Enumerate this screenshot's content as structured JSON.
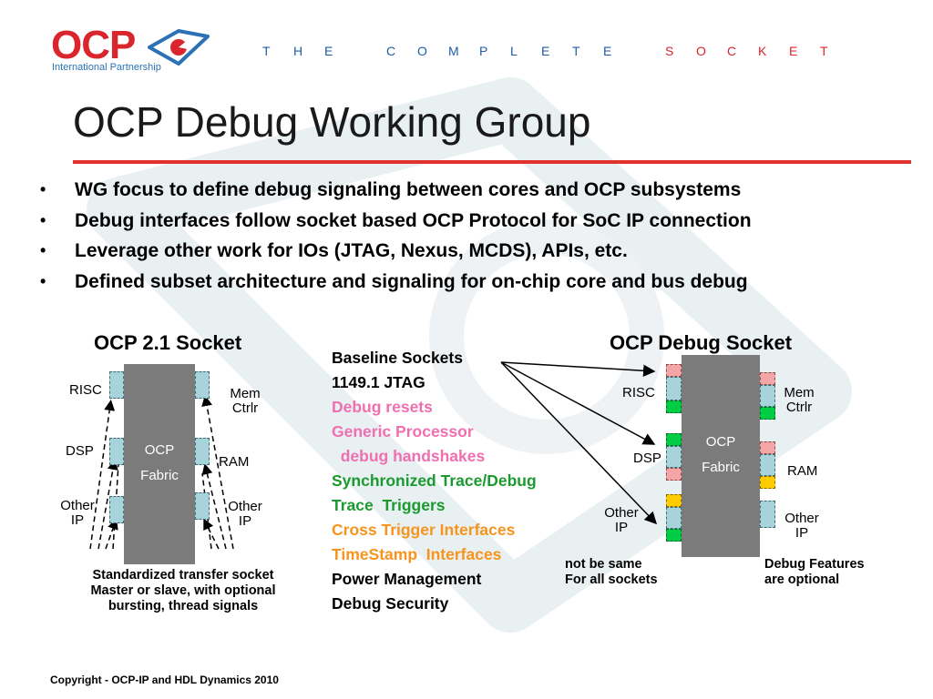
{
  "logo": {
    "brand": "OCP",
    "subtitle": "International Partnership"
  },
  "tagline": [
    "T",
    "H",
    "E",
    "C",
    "O",
    "M",
    "P",
    "L",
    "E",
    "T",
    "E",
    "S",
    "O",
    "C",
    "K",
    "E",
    "T"
  ],
  "title": "OCP Debug Working Group",
  "bullets": [
    "WG focus to define debug signaling between cores and OCP subsystems",
    "Debug interfaces follow socket based OCP Protocol for SoC IP connection",
    "Leverage other work for IOs (JTAG, Nexus, MCDS), APIs, etc.",
    "Defined subset architecture and signaling for on-chip core and bus debug"
  ],
  "left_diagram": {
    "heading": "OCP 2.1 Socket",
    "fabric_line1": "OCP",
    "fabric_line2": "Fabric",
    "risc": "RISC",
    "dsp": "DSP",
    "other_left": "Other IP",
    "mem_ctrlr": "Mem Ctrlr",
    "ram": "RAM",
    "other_right": "Other IP",
    "caption": [
      "Standardized transfer socket",
      "Master or slave, with optional",
      "bursting, thread signals"
    ]
  },
  "middle_list": [
    {
      "text": "Baseline Sockets",
      "color": "#000000"
    },
    {
      "text": "1149.1 JTAG",
      "color": "#000000"
    },
    {
      "text": "Debug resets",
      "color": "#f06fb0"
    },
    {
      "text": "Generic Processor",
      "color": "#f06fb0"
    },
    {
      "text": "  debug handshakes",
      "color": "#f06fb0"
    },
    {
      "text": "Synchronized Trace/Debug",
      "color": "#1a9a2f"
    },
    {
      "text": "Trace  Triggers",
      "color": "#1a9a2f"
    },
    {
      "text": "Cross Trigger Interfaces",
      "color": "#f7941d"
    },
    {
      "text": "TimeStamp  Interfaces",
      "color": "#f7941d"
    },
    {
      "text": "Power Management",
      "color": "#000000"
    },
    {
      "text": "Debug Security",
      "color": "#000000"
    }
  ],
  "right_diagram": {
    "heading": "OCP Debug Socket",
    "fabric_line1": "OCP",
    "fabric_line2": "Fabric",
    "risc": "RISC",
    "dsp": "DSP",
    "other_left": "Other IP",
    "mem_ctrlr": "Mem Ctrlr",
    "ram": "RAM",
    "other_right": "Other IP",
    "note_left": [
      "not be same",
      "For all sockets"
    ],
    "note_right": [
      "Debug Features",
      "are optional"
    ]
  },
  "colors": {
    "accent_red": "#d9252b",
    "brand_blue": "#1e5ea8",
    "fabric_gray": "#7b7b7b",
    "port_blue": "#a9d3da",
    "port_pink": "#f4a6a6",
    "port_green": "#00cc44",
    "port_yellow": "#ffcc00"
  },
  "copyright": "Copyright - OCP-IP and HDL Dynamics  2010"
}
